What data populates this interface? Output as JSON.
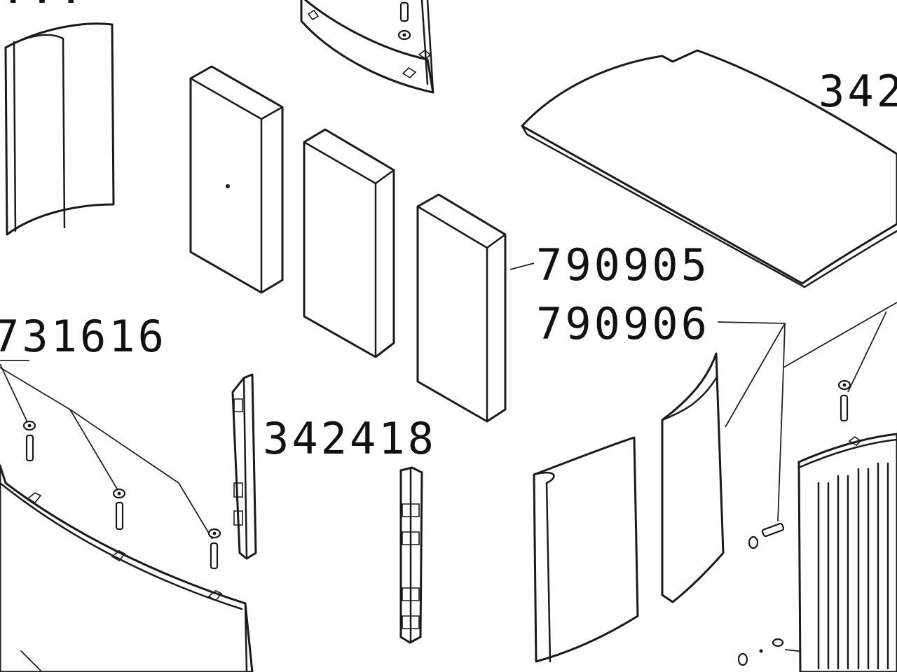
{
  "labels": {
    "top_left_partial": "...",
    "top_right_partial": "342",
    "left_partial": "731616",
    "upper_mid": "790905",
    "lower_mid": "790906",
    "center": "342418"
  },
  "colors": {
    "ink": "#1a1a1a",
    "paper": "#ffffff"
  }
}
